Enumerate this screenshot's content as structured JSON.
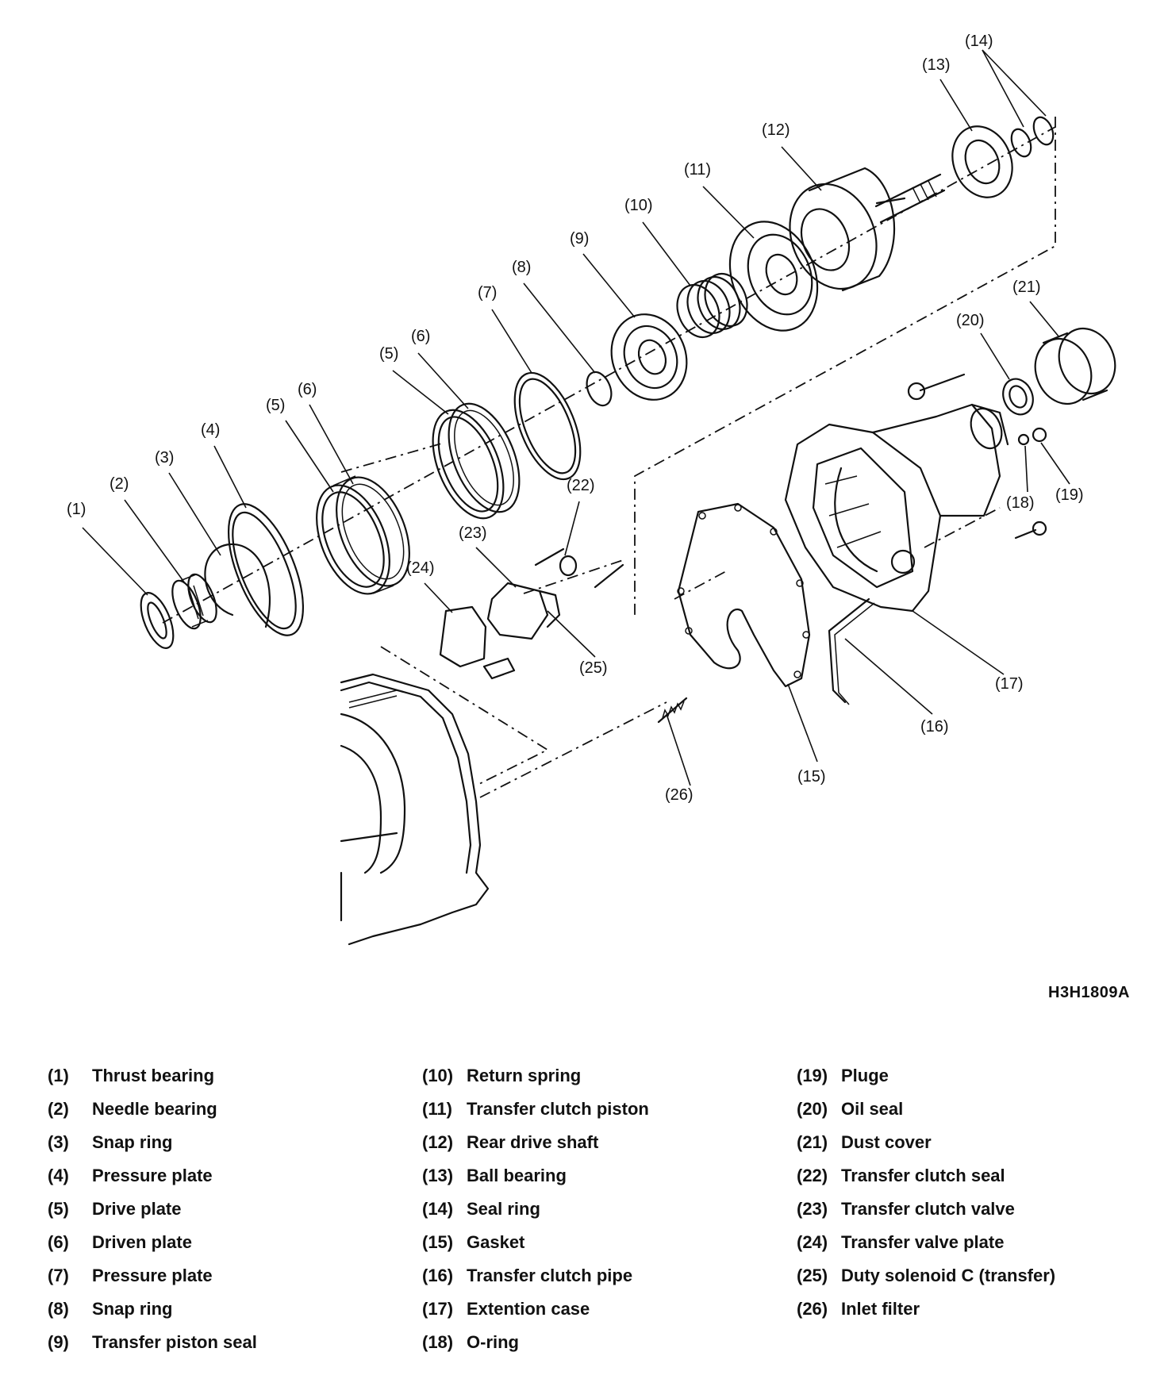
{
  "figure_code": "H3H1809A",
  "callouts": [
    "(1)",
    "(2)",
    "(3)",
    "(4)",
    "(5)",
    "(6)",
    "(5)",
    "(6)",
    "(7)",
    "(8)",
    "(9)",
    "(10)",
    "(11)",
    "(12)",
    "(13)",
    "(14)",
    "(15)",
    "(16)",
    "(17)",
    "(18)",
    "(19)",
    "(20)",
    "(21)",
    "(22)",
    "(23)",
    "(24)",
    "(25)",
    "(26)"
  ],
  "legend": {
    "col1": [
      {
        "num": "(1)",
        "label": "Thrust bearing"
      },
      {
        "num": "(2)",
        "label": "Needle bearing"
      },
      {
        "num": "(3)",
        "label": "Snap ring"
      },
      {
        "num": "(4)",
        "label": "Pressure plate"
      },
      {
        "num": "(5)",
        "label": "Drive plate"
      },
      {
        "num": "(6)",
        "label": "Driven plate"
      },
      {
        "num": "(7)",
        "label": "Pressure plate"
      },
      {
        "num": "(8)",
        "label": "Snap ring"
      },
      {
        "num": "(9)",
        "label": "Transfer piston seal"
      }
    ],
    "col2": [
      {
        "num": "(10)",
        "label": "Return spring"
      },
      {
        "num": "(11)",
        "label": "Transfer clutch piston"
      },
      {
        "num": "(12)",
        "label": "Rear drive shaft"
      },
      {
        "num": "(13)",
        "label": "Ball bearing"
      },
      {
        "num": "(14)",
        "label": "Seal ring"
      },
      {
        "num": "(15)",
        "label": "Gasket"
      },
      {
        "num": "(16)",
        "label": "Transfer clutch pipe"
      },
      {
        "num": "(17)",
        "label": "Extention case"
      },
      {
        "num": "(18)",
        "label": "O-ring"
      }
    ],
    "col3": [
      {
        "num": "(19)",
        "label": "Pluge"
      },
      {
        "num": "(20)",
        "label": "Oil seal"
      },
      {
        "num": "(21)",
        "label": "Dust cover"
      },
      {
        "num": "(22)",
        "label": "Transfer clutch seal"
      },
      {
        "num": "(23)",
        "label": "Transfer clutch valve"
      },
      {
        "num": "(24)",
        "label": "Transfer valve plate"
      },
      {
        "num": "(25)",
        "label": "Duty solenoid C (transfer)"
      },
      {
        "num": "(26)",
        "label": "Inlet filter"
      }
    ]
  }
}
